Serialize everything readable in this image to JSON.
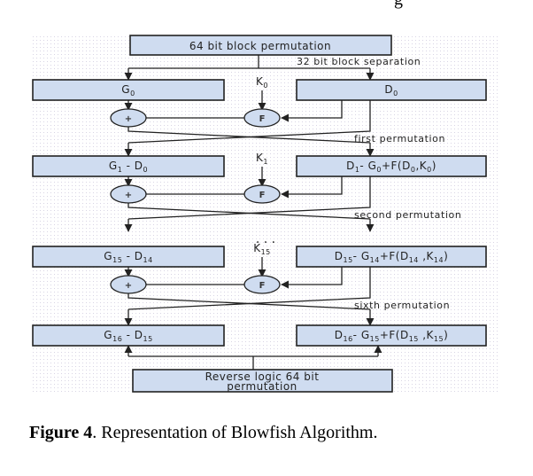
{
  "figure": {
    "top_fragment": "g",
    "caption_label": "Figure 4",
    "caption_text": ". Representation of Blowfish Algorithm."
  },
  "diagram": {
    "top_box": "64 bit block permutation",
    "split_note": "32 bit block separation",
    "rounds": [
      {
        "left": {
          "main": "G",
          "sub": "0",
          "rest": ""
        },
        "right": {
          "main": "D",
          "sub": "0",
          "rest": ""
        },
        "key": {
          "main": "K",
          "sub": "0"
        },
        "permutation_note": "first permutation"
      },
      {
        "left": {
          "parts": [
            [
              "G",
              "1"
            ],
            [
              " - D",
              "0"
            ]
          ]
        },
        "right": {
          "parts": [
            [
              "D",
              "1"
            ],
            [
              "- G",
              "0"
            ],
            [
              "+F(D",
              "0"
            ],
            [
              ",K",
              "0"
            ],
            [
              ")",
              ""
            ]
          ]
        },
        "key": {
          "main": "K",
          "sub": "1"
        },
        "permutation_note": "second permutation"
      },
      {
        "left": {
          "parts": [
            [
              "G",
              "15"
            ],
            [
              " - D",
              "14"
            ]
          ]
        },
        "right": {
          "parts": [
            [
              "D",
              "15"
            ],
            [
              "- G",
              "14"
            ],
            [
              "+F(D",
              "14"
            ],
            [
              " ,K",
              "14"
            ],
            [
              ")",
              ""
            ]
          ]
        },
        "key": {
          "main": "K",
          "sub": "15"
        },
        "permutation_note": "sixth permutation"
      },
      {
        "left": {
          "parts": [
            [
              "G",
              "16"
            ],
            [
              " - D",
              "15"
            ]
          ]
        },
        "right": {
          "parts": [
            [
              "D",
              "16"
            ],
            [
              "- G",
              "15"
            ],
            [
              "+F(D",
              "15"
            ],
            [
              " ,K",
              "15"
            ],
            [
              ")",
              ""
            ]
          ]
        }
      }
    ],
    "ellipsis": ". . .",
    "xor_symbol": "+",
    "f_symbol": "F",
    "bottom_box_line1": "Reverse logic 64 bit",
    "bottom_box_line2": "permutation"
  }
}
